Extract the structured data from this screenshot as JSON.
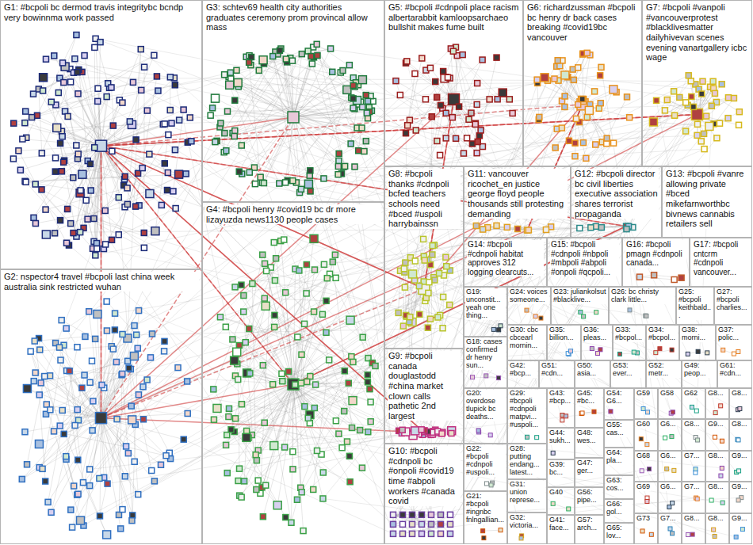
{
  "diagram": {
    "nodes": [
      {
        "text": [
          "G1: #bcpoli bc dermod travis integritybc bcndp very bowinnma work passed"
        ]
      },
      {
        "text": [
          "G3: schtev69 health city authorities graduates ceremony prom provincal allow mass"
        ]
      },
      {
        "text": [
          "G5: #bcpoli #cdnpoli place racism albertarabbit kamloopsarchaeo bullshit makes fume built"
        ]
      },
      {
        "text": [
          "G6: richardzussman #bcpoli bc henry dr back cases breaking #covid19bc vancouver"
        ]
      },
      {
        "text": [
          "G7: #bcpoli #vanpoli #vancouverprotest #blacklivesmatter dailyhivevan scenes evening vanartgallery icbc wage"
        ]
      },
      {
        "text": [
          "G2: nspector4 travel #bcpoli last china week australia sink restricted wuhan"
        ]
      },
      {
        "text": [
          "G4: #bcpoli henry #covid19 bc dr more lizayuzda news1130 people cases"
        ]
      },
      {
        "text": [
          "G8: #bcpoli thanks #cdnpoli bcfed teachers schools need #bced #uspoli harrybainssn"
        ]
      },
      {
        "text": [
          "G11: vancouver ricochet_en justice george floyd people thousands still protesting demanding"
        ]
      },
      {
        "text": [
          "G12: #bcpoli director bc civil liberties executive association shares terrorist propaganda"
        ]
      },
      {
        "text": [
          "G13: #bcpoli #vanre allowing private #bced mikefarnworthbc bivnews cannabis retailers sell"
        ]
      },
      {
        "text": [
          "G14: #bcpoli #cdnpoli habitat approves 312 logging clearcuts..."
        ]
      },
      {
        "text": [
          "G15: #bcpoli #cdnpoli #nbpoli #mbpoli #abpoli #onpoli #qcpoli..."
        ]
      },
      {
        "text": [
          "G16: #bcpoli pmagn #cdnpoli canada..."
        ]
      },
      {
        "text": [
          "G17: #bcpoli cntcrm #cdnpoli vancouver..."
        ]
      },
      {
        "text": [
          "G9: #bcpoli canada douglastodd #china market clown calls pathetic 2nd largest"
        ]
      },
      {
        "text": [
          "G10: #bcpoli #cdnpoli bc #onpoli #covid19 time #abpoli workers #canada covid"
        ]
      },
      {
        "text": [
          "G19: unconstit... yeah one thing..."
        ]
      },
      {
        "text": [
          "G24: voices someone..."
        ]
      },
      {
        "text": [
          "G23: juliankolsut #blacklive..."
        ]
      },
      {
        "text": [
          "G26: bc christy clark little..."
        ]
      },
      {
        "text": [
          "G25: #bcpoli keithbald..."
        ]
      },
      {
        "text": [
          "G27: #bcpoli charlies..."
        ]
      },
      {
        "text": [
          "G18: cases confirmed dr henry sun..."
        ]
      },
      {
        "text": [
          "G30: cbc cbcearl mornin..."
        ]
      },
      {
        "text": [
          "G35: billion..."
        ]
      },
      {
        "text": [
          "G36: pleas..."
        ]
      },
      {
        "text": [
          "G33: #bcpol..."
        ]
      },
      {
        "text": [
          "G34: #bcpol..."
        ]
      },
      {
        "text": [
          "G38: morni..."
        ]
      },
      {
        "text": [
          "G37: polic..."
        ]
      },
      {
        "text": [
          "G42: #bcp..."
        ]
      },
      {
        "text": [
          "G51: #cdn..."
        ]
      },
      {
        "text": [
          "G50: asia..."
        ]
      },
      {
        "text": [
          "G53: ever..."
        ]
      },
      {
        "text": [
          "G52: metr..."
        ]
      },
      {
        "text": [
          "G49: peop..."
        ]
      },
      {
        "text": [
          "G61: #cdn..."
        ]
      },
      {
        "text": [
          "G20: overdose tlupick bc deaths..."
        ]
      },
      {
        "text": [
          "G29: #bcpoli #cdnpoli matpvi... #uspoli..."
        ]
      },
      {
        "text": [
          "G43: #bcp..."
        ]
      },
      {
        "text": [
          "G44: sukh..."
        ]
      },
      {
        "text": [
          "G39: bc..."
        ]
      },
      {
        "text": [
          "G40"
        ]
      },
      {
        "text": [
          "G41: face..."
        ]
      },
      {
        "text": [
          "G45: #bc..."
        ]
      },
      {
        "text": [
          "G48: wes..."
        ]
      },
      {
        "text": [
          "G47: ger..."
        ]
      },
      {
        "text": [
          "G56: pipe..."
        ]
      },
      {
        "text": [
          "G57: arch..."
        ]
      },
      {
        "text": [
          "G54: G6..."
        ]
      },
      {
        "text": [
          "G55: cas..."
        ]
      },
      {
        "text": [
          "G64: pla..."
        ]
      },
      {
        "text": [
          "G63: cos..."
        ]
      },
      {
        "text": [
          "G66: gol..."
        ]
      },
      {
        "text": [
          "G65: lov..."
        ]
      },
      {
        "text": [
          "G22: #bcpoli #cdnpoli #uspoli..."
        ]
      },
      {
        "text": [
          "G21: #bcpoli #ingnbc fnlngallian..."
        ]
      },
      {
        "text": [
          "G28: putting endang... latest..."
        ]
      },
      {
        "text": [
          "G31: union represe..."
        ]
      },
      {
        "text": [
          "G32: victoria..."
        ]
      },
      {
        "text": [
          "G59"
        ]
      },
      {
        "text": [
          "G58"
        ]
      },
      {
        "text": [
          "G62"
        ]
      },
      {
        "text": [
          "G8..."
        ]
      },
      {
        "text": [
          "G8..."
        ]
      },
      {
        "text": [
          "G60"
        ]
      },
      {
        "text": [
          "G6..."
        ]
      },
      {
        "text": [
          "G8..."
        ]
      },
      {
        "text": [
          "G9..."
        ]
      },
      {
        "text": [
          "G8..."
        ]
      },
      {
        "text": [
          "G68"
        ]
      },
      {
        "text": [
          "G6..."
        ]
      },
      {
        "text": [
          "G7..."
        ]
      },
      {
        "text": [
          "G8..."
        ]
      },
      {
        "text": [
          "G9..."
        ]
      },
      {
        "text": [
          "G69"
        ]
      },
      {
        "text": [
          "G6..."
        ]
      },
      {
        "text": [
          "G7..."
        ]
      },
      {
        "text": [
          "G8..."
        ]
      },
      {
        "text": [
          "G9..."
        ]
      },
      {
        "text": [
          "G73"
        ]
      },
      {
        "text": [
          "G7..."
        ]
      },
      {
        "text": [
          "G8..."
        ]
      },
      {
        "text": [
          "G8..."
        ]
      },
      {
        "text": [
          "G9..."
        ]
      }
    ]
  }
}
